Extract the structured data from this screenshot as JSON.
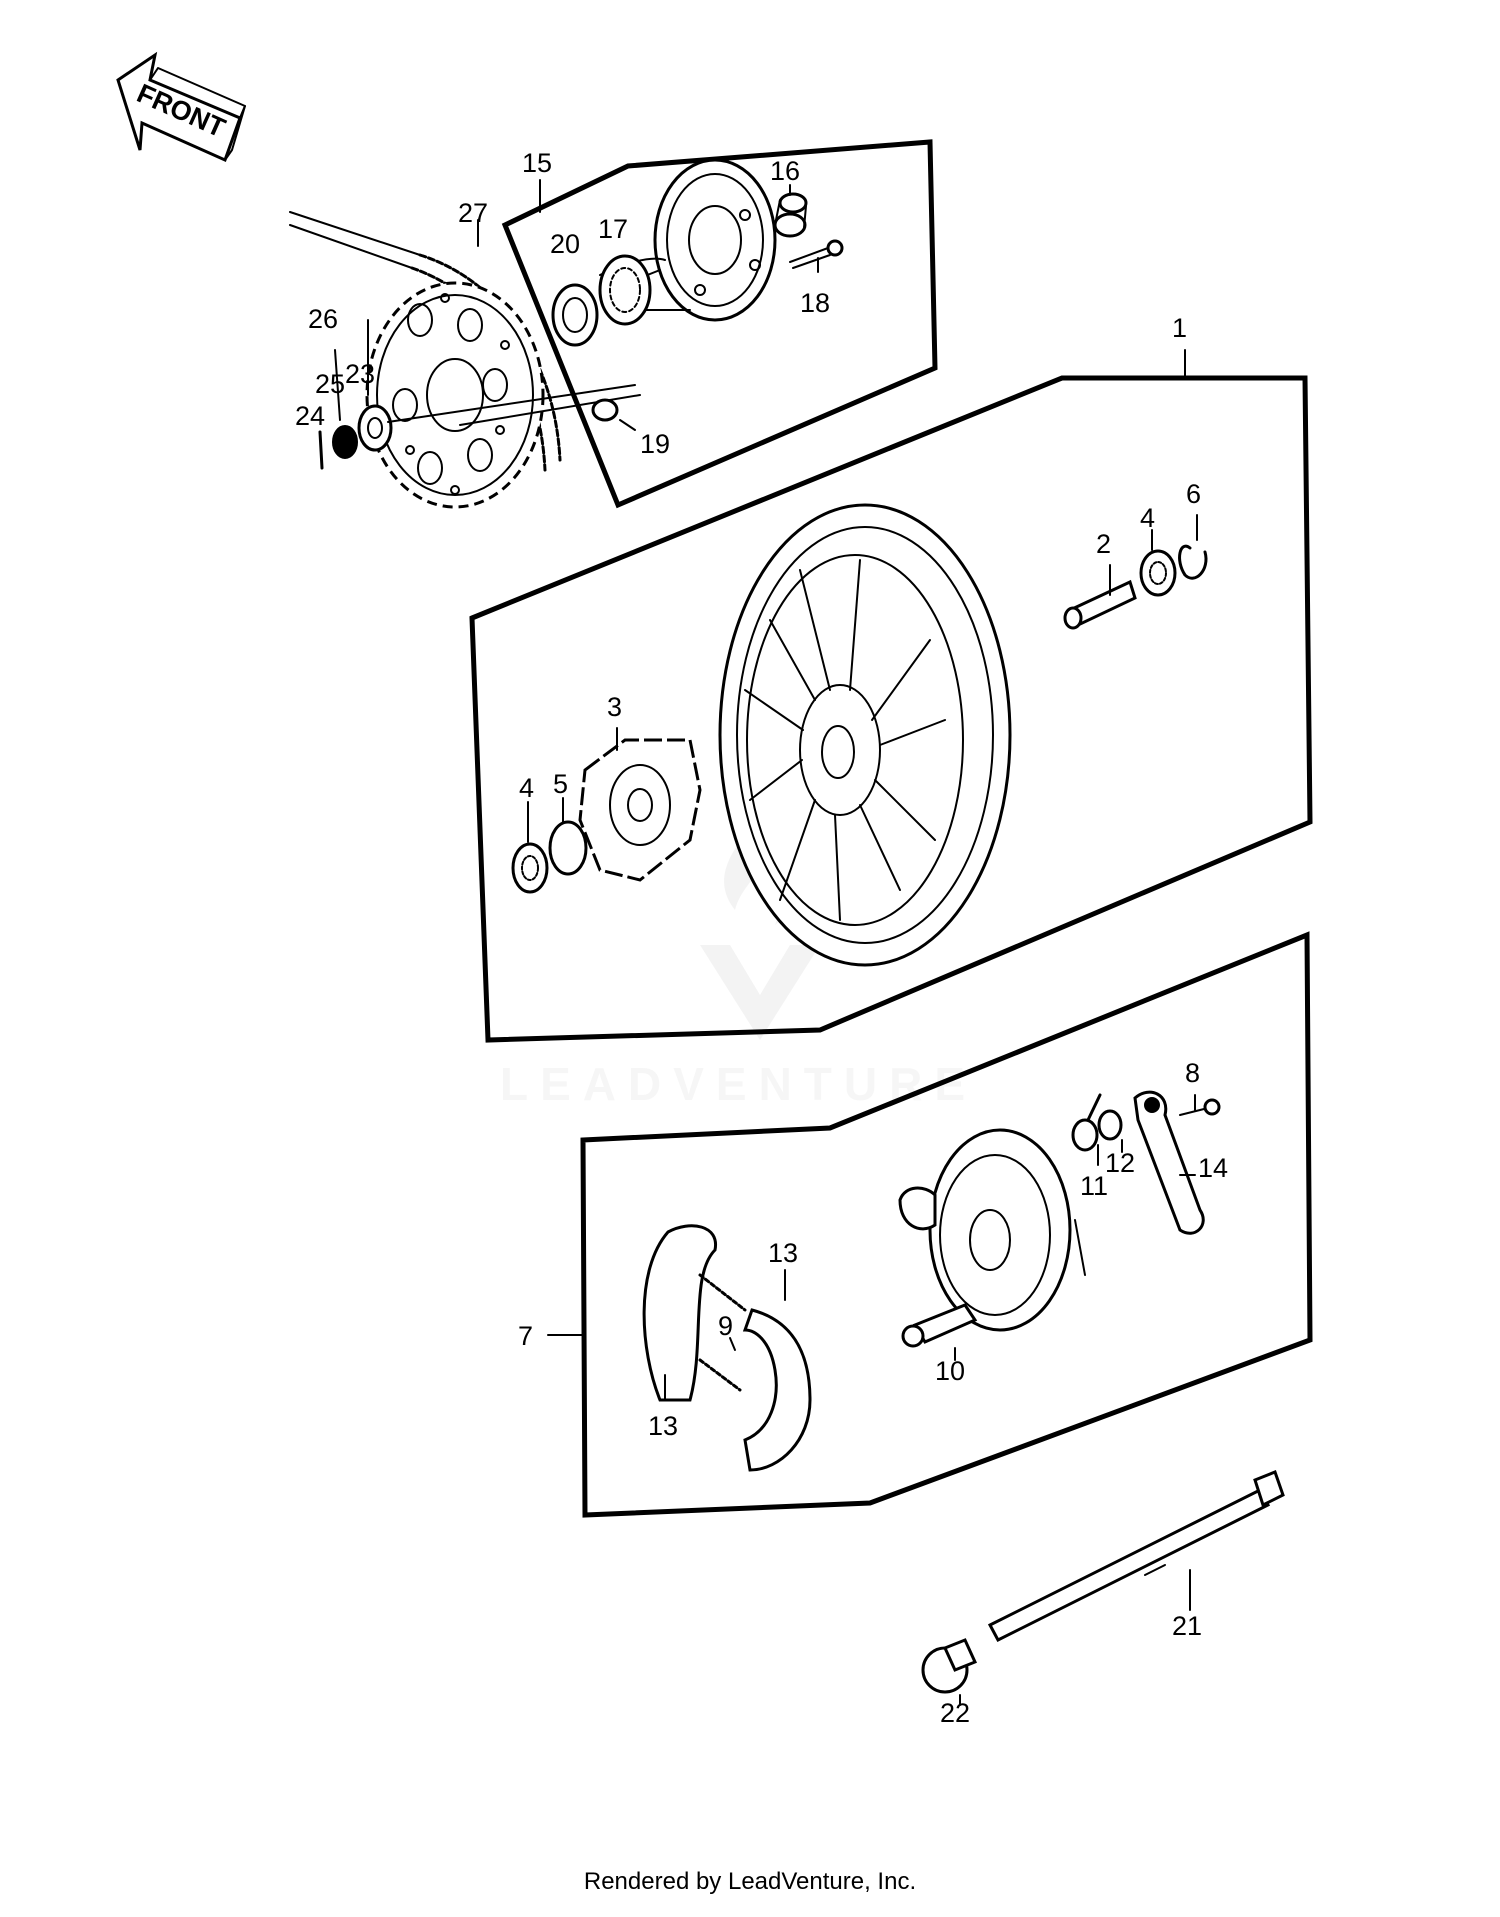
{
  "diagram": {
    "front_label": "FRONT",
    "callouts": [
      "1",
      "2",
      "3",
      "4",
      "5",
      "6",
      "7",
      "8",
      "9",
      "10",
      "11",
      "12",
      "13",
      "14",
      "15",
      "16",
      "17",
      "18",
      "19",
      "20",
      "21",
      "22",
      "23",
      "24",
      "25",
      "26",
      "27",
      "4",
      "13"
    ],
    "watermark": "LEADVENTURE",
    "footer": "Rendered by LeadVenture, Inc."
  }
}
